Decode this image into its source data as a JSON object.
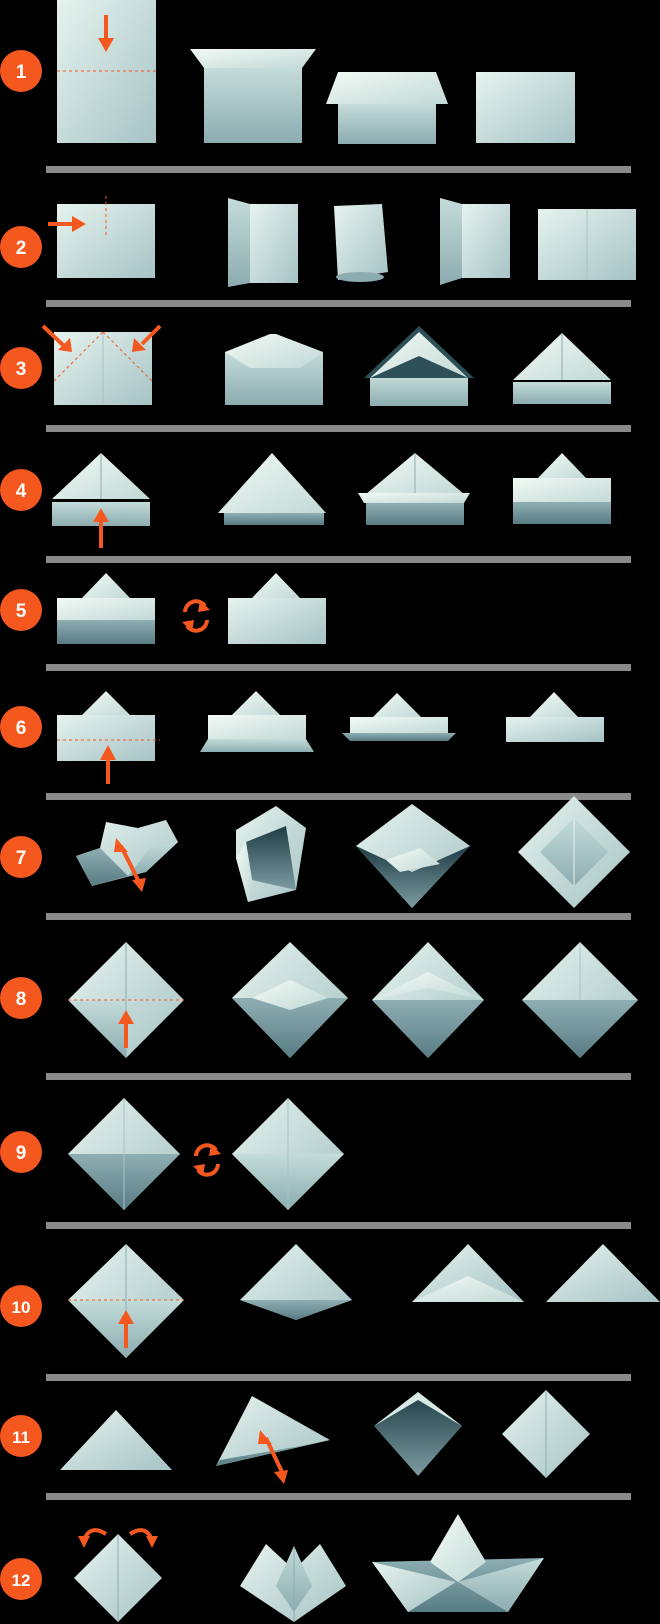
{
  "colors": {
    "background": "#000000",
    "accent": "#f4581e",
    "divider": "#8a8a8a",
    "paper_light": "#e6f3ee",
    "paper_mid": "#b4cfcf",
    "paper_dark": "#6f9297",
    "paper_shadow": "#294a52"
  },
  "steps": [
    {
      "label": "1"
    },
    {
      "label": "2"
    },
    {
      "label": "3"
    },
    {
      "label": "4"
    },
    {
      "label": "5"
    },
    {
      "label": "6"
    },
    {
      "label": "7"
    },
    {
      "label": "8"
    },
    {
      "label": "9"
    },
    {
      "label": "10"
    },
    {
      "label": "11"
    },
    {
      "label": "12"
    }
  ],
  "icons": [
    "down-arrow-icon",
    "right-arrow-icon",
    "up-arrow-icon",
    "diagonal-arrow-icon",
    "flip-icon",
    "curved-arrow-icon"
  ]
}
